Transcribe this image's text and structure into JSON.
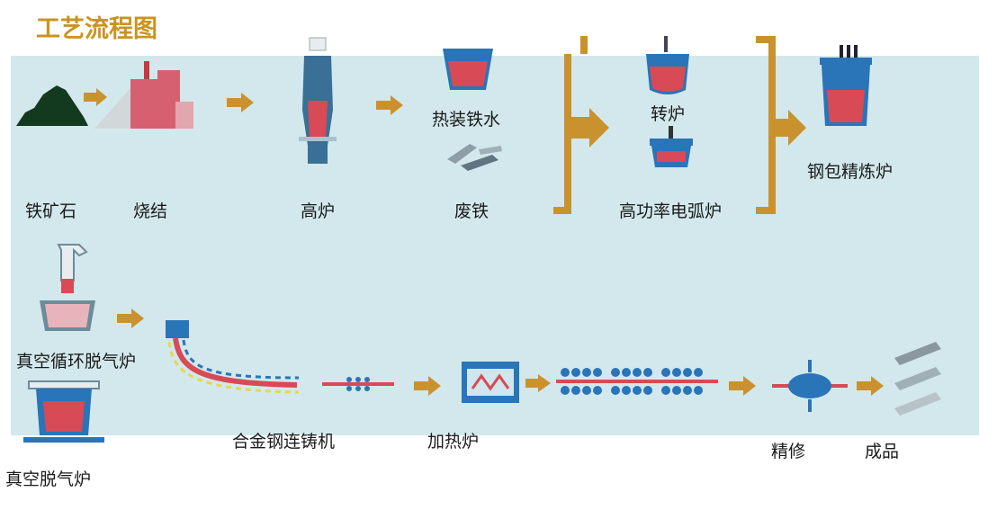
{
  "title": "工艺流程图",
  "row1": {
    "iron_ore": "铁矿石",
    "sintering": "烧结",
    "blast_furnace": "高炉",
    "hot_metal": "热装铁水",
    "scrap": "废铁",
    "converter": "转炉",
    "eaf": "高功率电弧炉",
    "ladle_furnace": "钢包精炼炉"
  },
  "row2": {
    "rh_degasser": "真空循环脱气炉",
    "vd_degasser": "真空脱气炉",
    "caster": "合金钢连铸机",
    "reheat_furnace": "加热炉",
    "finishing": "精修",
    "product": "成品"
  },
  "colors": {
    "panel": "#d2e8ec",
    "arrow": "#c9922f",
    "title": "#c9941f",
    "melt": "#d9444b",
    "vessel": "#2a74b8"
  }
}
